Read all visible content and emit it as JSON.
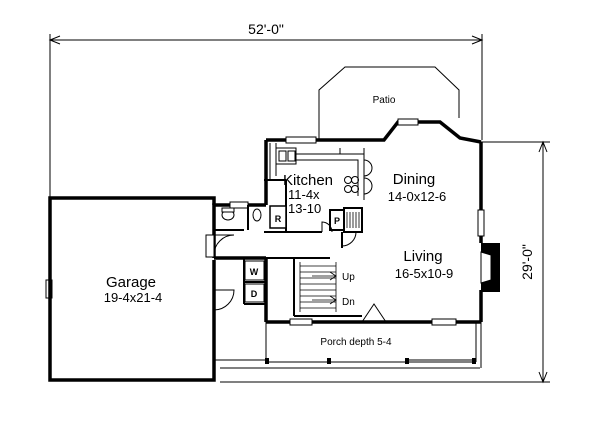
{
  "plan": {
    "overall_width": "52'-0\"",
    "overall_depth": "29'-0\"",
    "rooms": {
      "patio": {
        "name": "Patio"
      },
      "kitchen": {
        "name": "Kitchen",
        "size_line1": "11-4x",
        "size_line2": "13-10"
      },
      "dining": {
        "name": "Dining",
        "size": "14-0x12-6"
      },
      "living": {
        "name": "Living",
        "size": "16-5x10-9"
      },
      "garage": {
        "name": "Garage",
        "size": "19-4x21-4"
      },
      "porch": {
        "label": "Porch depth 5-4"
      }
    },
    "fixtures": {
      "refrigerator": "R",
      "pantry": "P",
      "washer": "W",
      "dryer": "D"
    },
    "stairs": {
      "up": "Up",
      "down": "Dn"
    }
  }
}
